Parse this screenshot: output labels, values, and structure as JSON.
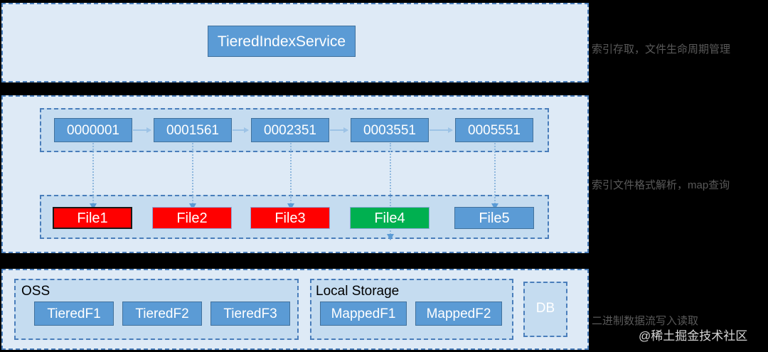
{
  "diagram": {
    "title": "TieredIndexService architecture",
    "colors": {
      "panel_bg": "#DEEAF6",
      "subpanel_bg": "#C5DCF0",
      "panel_border": "#4A7EBB",
      "node_blue": "#5B9BD5",
      "node_blue_border": "#41719C",
      "node_red": "#FF0000",
      "node_green": "#00B050",
      "arrow_blue": "#9DC3E6",
      "annotation_text": "#595959",
      "background": "#000000"
    }
  },
  "service_layer": {
    "node_label": "TieredIndexService"
  },
  "index_layer": {
    "index_nodes": [
      {
        "label": "0000001"
      },
      {
        "label": "0001561"
      },
      {
        "label": "0002351"
      },
      {
        "label": "0003551"
      },
      {
        "label": "0005551"
      }
    ],
    "file_nodes": [
      {
        "label": "File1",
        "state": "red"
      },
      {
        "label": "File2",
        "state": "red"
      },
      {
        "label": "File3",
        "state": "red"
      },
      {
        "label": "File4",
        "state": "green"
      },
      {
        "label": "File5",
        "state": "blue"
      }
    ]
  },
  "storage_layer": {
    "oss": {
      "label": "OSS",
      "nodes": [
        {
          "label": "TieredF1"
        },
        {
          "label": "TieredF2"
        },
        {
          "label": "TieredF3"
        }
      ]
    },
    "local": {
      "label": "Local Storage",
      "nodes": [
        {
          "label": "MappedF1"
        },
        {
          "label": "MappedF2"
        }
      ]
    },
    "db": {
      "label": "DB"
    }
  },
  "annotations": [
    {
      "text": "索引存取，文件生命周期管理"
    },
    {
      "text": "索引文件格式解析，map查询"
    },
    {
      "text": "二进制数据流写入读取"
    }
  ],
  "watermark": {
    "text": "@稀土掘金技术社区"
  }
}
